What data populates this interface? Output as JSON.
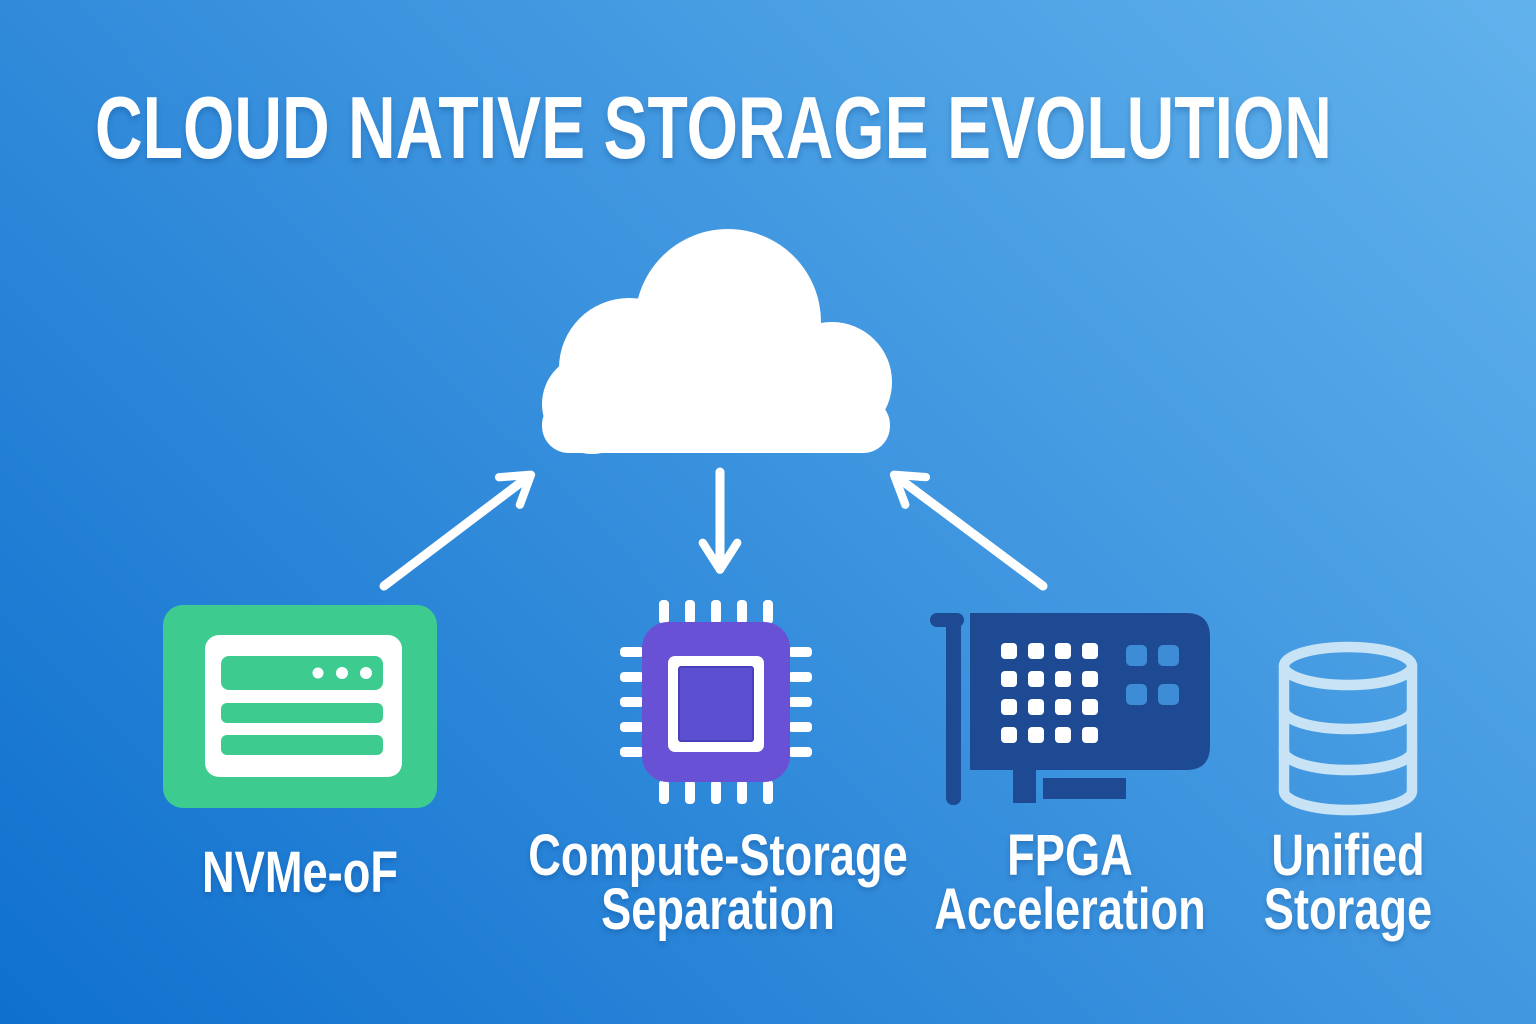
{
  "title": "CLOUD NATIVE STORAGE EVOLUTION",
  "cloud": {
    "icon": "cloud-icon",
    "color": "#FFFFFF"
  },
  "nodes": [
    {
      "id": "nvme-of",
      "label_line1": "NVMe-oF",
      "icon": "server-icon",
      "icon_color": "#3DCB90"
    },
    {
      "id": "compute-storage-separation",
      "label_line1": "Compute-Storage",
      "label_line2": "Separation",
      "icon": "chip-icon",
      "icon_color": "#6951D6",
      "icon_inner_color": "#5C4FD0"
    },
    {
      "id": "fpga-acceleration",
      "label_line1": "FPGA",
      "label_line2": "Acceleration",
      "icon": "pcie-card-icon",
      "icon_color": "#1D4A92",
      "icon_pad_color": "#3E8CD6"
    },
    {
      "id": "unified-storage",
      "label_line1": "Unified",
      "label_line2": "Storage",
      "icon": "database-icon",
      "icon_color": "#C9E3F6"
    }
  ],
  "arrows": [
    {
      "from": "nvme-of",
      "to": "cloud",
      "direction": "up-right",
      "color": "#FFFFFF"
    },
    {
      "from": "cloud",
      "to": "compute-storage-separation",
      "direction": "down",
      "color": "#FFFFFF"
    },
    {
      "from": "fpga-acceleration",
      "to": "cloud",
      "direction": "up-left",
      "color": "#FFFFFF"
    }
  ],
  "colors": {
    "background_gradient_top_right": "#61B2EC",
    "background_gradient_bottom_left": "#0F70CE",
    "text": "#FFFFFF"
  }
}
